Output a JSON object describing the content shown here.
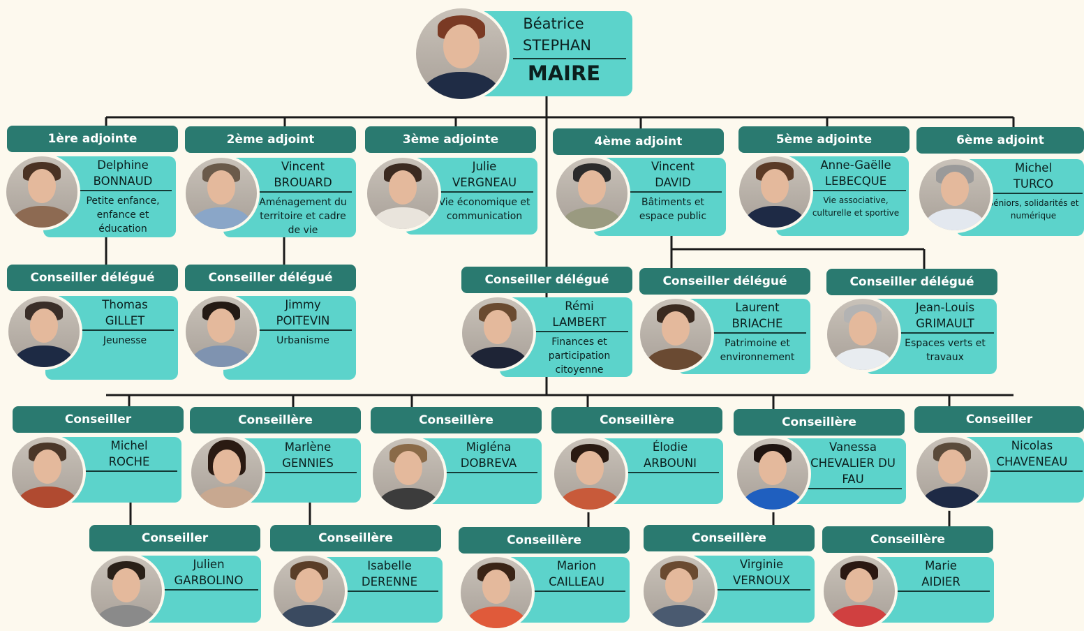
{
  "mayor": {
    "first": "Béatrice",
    "last": "STEPHAN",
    "title": "MAIRE"
  },
  "row1": [
    {
      "title": "1ère adjointe",
      "first": "Delphine",
      "last": "BONNAUD",
      "role": "Petite enfance, enfance et éducation"
    },
    {
      "title": "2ème adjoint",
      "first": "Vincent",
      "last": "BROUARD",
      "role": "Aménagement du territoire et cadre de vie"
    },
    {
      "title": "3ème adjointe",
      "first": "Julie",
      "last": "VERGNEAU",
      "role": "Vie économique et communication"
    },
    {
      "title": "4ème adjoint",
      "first": "Vincent",
      "last": "DAVID",
      "role": "Bâtiments et espace public"
    },
    {
      "title": "5ème adjointe",
      "first": "Anne-Gaëlle",
      "last": "LEBECQUE",
      "role": "Vie associative, culturelle et sportive"
    },
    {
      "title": "6ème adjoint",
      "first": "Michel",
      "last": "TURCO",
      "role": "Séniors, solidarités et numérique"
    }
  ],
  "row2": [
    {
      "title": "Conseiller délégué",
      "first": "Thomas",
      "last": "GILLET",
      "role": "Jeunesse"
    },
    {
      "title": "Conseiller délégué",
      "first": "Jimmy",
      "last": "POITEVIN",
      "role": "Urbanisme"
    },
    {
      "title": "Conseiller délégué",
      "first": "Rémi",
      "last": "LAMBERT",
      "role": "Finances et participation citoyenne"
    },
    {
      "title": "Conseiller délégué",
      "first": "Laurent",
      "last": "BRIACHE",
      "role": "Patrimoine et environnement"
    },
    {
      "title": "Conseiller délégué",
      "first": "Jean-Louis",
      "last": "GRIMAULT",
      "role": "Espaces verts et travaux"
    }
  ],
  "row3": [
    {
      "title": "Conseiller",
      "first": "Michel",
      "last": "ROCHE"
    },
    {
      "title": "Conseillère",
      "first": "Marlène",
      "last": "GENNIES"
    },
    {
      "title": "Conseillère",
      "first": "Migléna",
      "last": "DOBREVA"
    },
    {
      "title": "Conseillère",
      "first": "Élodie",
      "last": "ARBOUNI"
    },
    {
      "title": "Conseillère",
      "first": "Vanessa",
      "last": "CHEVALIER DU FAU"
    },
    {
      "title": "Conseiller",
      "first": "Nicolas",
      "last": "CHAVENEAU"
    }
  ],
  "row4": [
    {
      "title": "Conseiller",
      "first": "Julien",
      "last": "GARBOLINO"
    },
    {
      "title": "Conseillère",
      "first": "Isabelle",
      "last": "DERENNE"
    },
    {
      "title": "Conseillère",
      "first": "Marion",
      "last": "CAILLEAU"
    },
    {
      "title": "Conseillère",
      "first": "Virginie",
      "last": "VERNOUX"
    },
    {
      "title": "Conseillère",
      "first": "Marie",
      "last": "AIDIER"
    }
  ],
  "colors": {
    "header": "#2a7a70",
    "card": "#5cd3cb",
    "background": "#fdf9ee",
    "line": "#1a1a1a"
  }
}
